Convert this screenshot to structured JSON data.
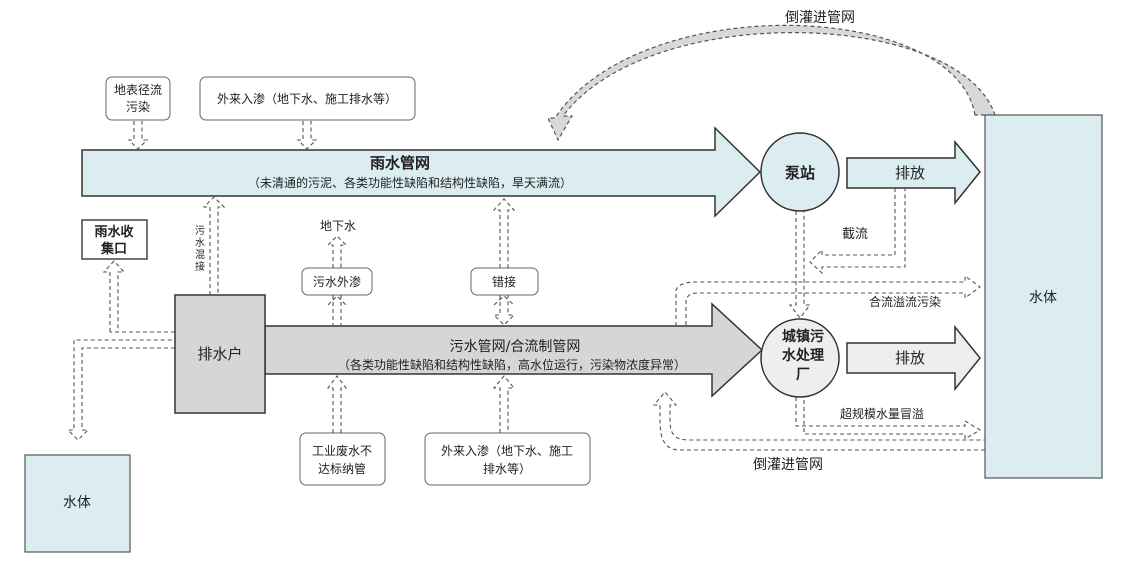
{
  "colors": {
    "rain_fill": "#dcedf2",
    "sewage_fill": "#d6d6d6",
    "outline": "#333333",
    "dash": "#555555",
    "box_border": "#666666",
    "text": "#222222"
  },
  "top_label": "倒灌进管网",
  "bottom_label": "倒灌进管网",
  "rain_network": {
    "title": "雨水管网",
    "subtitle": "（未清通的污泥、各类功能性缺陷和结构性缺陷，旱天满流）"
  },
  "sewage_network": {
    "title": "污水管网/合流制管网",
    "subtitle": "（各类功能性缺陷和结构性缺陷，高水位运行，污染物浓度异常）"
  },
  "boxes": {
    "surface_runoff": [
      "地表径流",
      "污染"
    ],
    "infiltration_top": "外来入渗（地下水、施工排水等）",
    "rain_inlet": [
      "雨水收",
      "集口"
    ],
    "discharger": "排水户",
    "groundwater": "地下水",
    "sewage_exfiltration": "污水外渗",
    "misconnection": "错接",
    "industrial": [
      "工业废水不",
      "达标纳管"
    ],
    "infiltration_bottom": [
      "外来入渗（地下水、施工",
      "排水等）"
    ],
    "water_body_left": "水体",
    "water_body_right": "水体"
  },
  "sewage_infiltrate_label": [
    "污",
    "水",
    "混",
    "接"
  ],
  "pump_station": "泵站",
  "wwtp": [
    "城镇污",
    "水处理",
    "厂"
  ],
  "discharge_top": "排放",
  "discharge_bottom": "排放",
  "interception": "截流",
  "cso_pollution": "合流溢流污染",
  "overflow": "超规模水量冒溢"
}
